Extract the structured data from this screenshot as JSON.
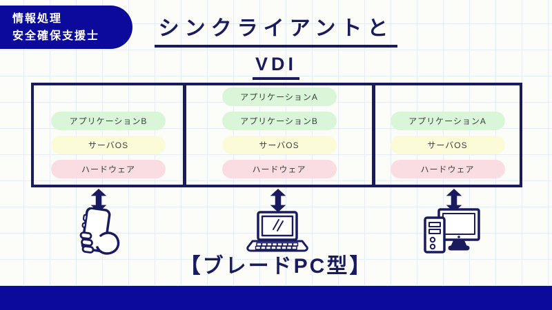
{
  "badge": {
    "line1": "情報処理",
    "line2": "安全確保支援士"
  },
  "title": {
    "line1": "シンクライアントと",
    "line2": "VDI"
  },
  "columns": [
    {
      "device": "smartphone",
      "layers": [
        {
          "label": "アプリケーションB",
          "type": "app"
        },
        {
          "label": "サーバOS",
          "type": "os"
        },
        {
          "label": "ハードウェア",
          "type": "hw"
        }
      ]
    },
    {
      "device": "laptop",
      "layers": [
        {
          "label": "アプリケーションA",
          "type": "app"
        },
        {
          "label": "アプリケーションB",
          "type": "app"
        },
        {
          "label": "サーバOS",
          "type": "os"
        },
        {
          "label": "ハードウェア",
          "type": "hw"
        }
      ]
    },
    {
      "device": "desktop",
      "layers": [
        {
          "label": "アプリケーションA",
          "type": "app"
        },
        {
          "label": "サーバOS",
          "type": "os"
        },
        {
          "label": "ハードウェア",
          "type": "hw"
        }
      ]
    }
  ],
  "caption": "【ブレードPC型】",
  "colors": {
    "navy": "#1a1b5e",
    "royal": "#0b0a9b",
    "green": "#d9f7d8",
    "yellow": "#fcfbd8",
    "pink": "#fadde0"
  }
}
